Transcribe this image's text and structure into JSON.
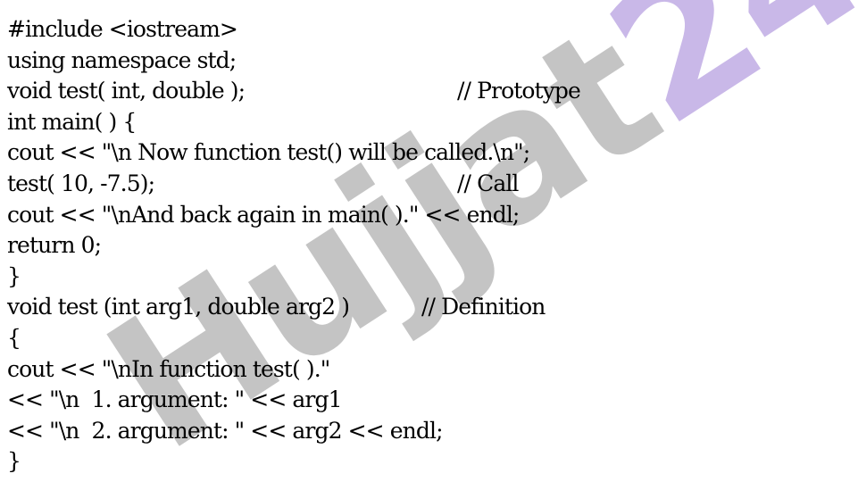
{
  "watermark": {
    "text": "Hujjat24",
    "color": "#c4c4c4",
    "accent_color": "#c9b8e8"
  },
  "code_lines": [
    {
      "code": "#include <iostream>",
      "comment": ""
    },
    {
      "code": "using namespace std;",
      "comment": ""
    },
    {
      "code": "void test( int, double );",
      "comment": "// Prototype"
    },
    {
      "code": "int main( ) {",
      "comment": ""
    },
    {
      "code": "cout << \"\\n Now function test() will be called.\\n\";",
      "comment": ""
    },
    {
      "code": "test( 10, -7.5);",
      "comment": "// Call"
    },
    {
      "code": "cout << \"\\nAnd back again in main( ).\" << endl;",
      "comment": ""
    },
    {
      "code": "return 0;",
      "comment": ""
    },
    {
      "code": "}",
      "comment": ""
    },
    {
      "code": "void test (int arg1, double arg2 )",
      "comment": "// Definition"
    },
    {
      "code": "{",
      "comment": ""
    },
    {
      "code": "cout << \"\\nIn function test( ).\"",
      "comment": ""
    },
    {
      "code": "<< \"\\n  1. argument: \" << arg1",
      "comment": ""
    },
    {
      "code": "<< \"\\n  2. argument: \" << arg2 << endl;",
      "comment": ""
    },
    {
      "code": "}",
      "comment": ""
    }
  ]
}
